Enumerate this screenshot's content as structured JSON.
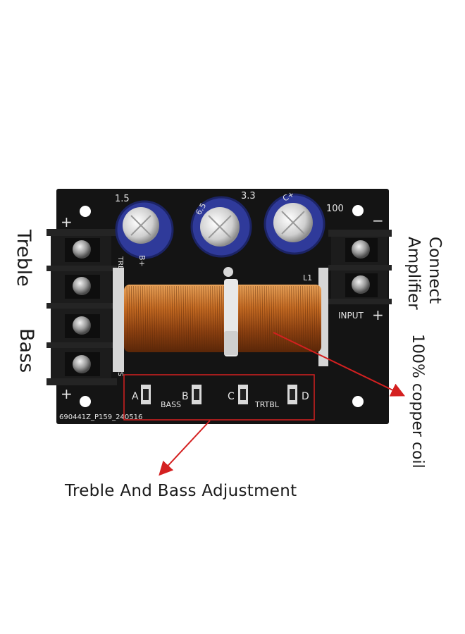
{
  "board": {
    "cap_values": [
      "1.5",
      "3.3",
      "100"
    ],
    "cap_prints": [
      "B+",
      "6.5",
      "C+"
    ],
    "side_marks": {
      "treble": "TREBLE",
      "bass": "BASS",
      "coil": "L1"
    },
    "input_label": "INPUT",
    "jumpers": [
      "A",
      "B",
      "C",
      "D"
    ],
    "jumper_groups": [
      "BASS",
      "TRTBL"
    ],
    "part_number": "690441Z_P159_240516",
    "polarity": [
      "+",
      "−",
      "+",
      "+"
    ]
  },
  "labels": {
    "treble": "Treble",
    "bass": "Bass",
    "connect": "Connect",
    "amplifier": "Amplifier",
    "copper": "100% copper coil",
    "adjustment": "Treble And Bass Adjustment"
  },
  "colors": {
    "pcb": "#141414",
    "terminal": "#1c1c1c",
    "capacitor": "#2f3a9a",
    "copper": "#c8722a",
    "callout": "#d42020"
  }
}
